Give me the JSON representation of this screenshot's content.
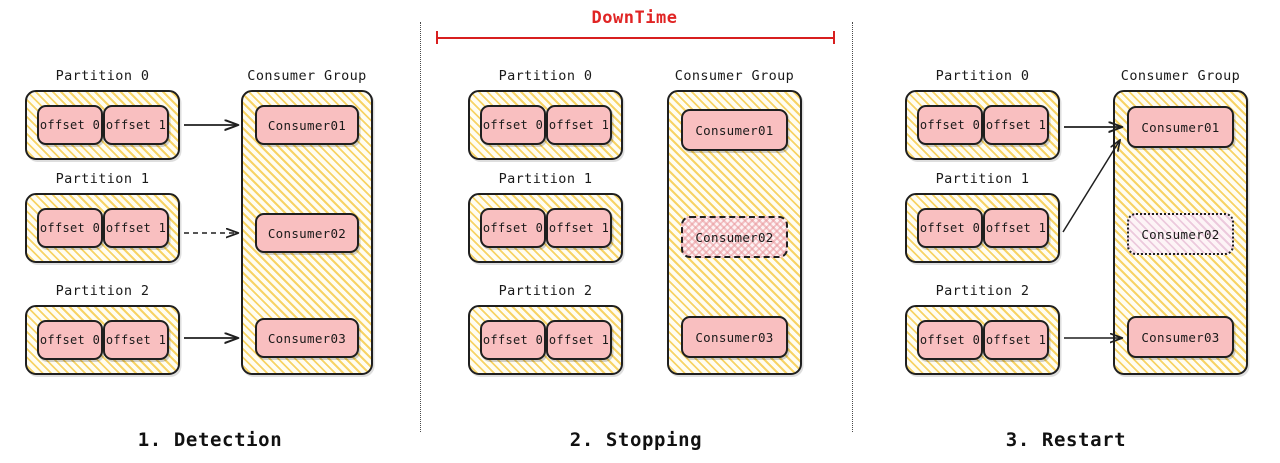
{
  "diagram": {
    "title_annotation": {
      "label": "DownTime",
      "color": "#d81f1f"
    },
    "colors": {
      "card_pink": "#f9bfc0",
      "hatch_yellow": "#f6cc4e",
      "outline": "#1f1f1f",
      "downtime_red": "#d81f1f",
      "divider": "#4a4a4a"
    },
    "panels": [
      {
        "id": "panel-detection",
        "caption": "1. Detection",
        "partitions": [
          {
            "title": "Partition 0",
            "offsets": [
              "offset 0",
              "offset 1"
            ]
          },
          {
            "title": "Partition 1",
            "offsets": [
              "offset 0",
              "offset 1"
            ]
          },
          {
            "title": "Partition 2",
            "offsets": [
              "offset 0",
              "offset 1"
            ]
          }
        ],
        "consumer_group": {
          "title": "Consumer Group",
          "consumers": [
            {
              "label": "Consumer01",
              "state": "active"
            },
            {
              "label": "Consumer02",
              "state": "active"
            },
            {
              "label": "Consumer03",
              "state": "active"
            }
          ]
        },
        "links": [
          {
            "from": "Partition 0",
            "to": "Consumer01",
            "style": "solid"
          },
          {
            "from": "Partition 1",
            "to": "Consumer02",
            "style": "dashed"
          },
          {
            "from": "Partition 2",
            "to": "Consumer03",
            "style": "solid"
          }
        ]
      },
      {
        "id": "panel-stopping",
        "caption": "2. Stopping",
        "partitions": [
          {
            "title": "Partition 0",
            "offsets": [
              "offset 0",
              "offset 1"
            ]
          },
          {
            "title": "Partition 1",
            "offsets": [
              "offset 0",
              "offset 1"
            ]
          },
          {
            "title": "Partition 2",
            "offsets": [
              "offset 0",
              "offset 1"
            ]
          }
        ],
        "consumer_group": {
          "title": "Consumer Group",
          "consumers": [
            {
              "label": "Consumer01",
              "state": "active"
            },
            {
              "label": "Consumer02",
              "state": "stopped"
            },
            {
              "label": "Consumer03",
              "state": "active"
            }
          ]
        },
        "links": []
      },
      {
        "id": "panel-restart",
        "caption": "3. Restart",
        "partitions": [
          {
            "title": "Partition 0",
            "offsets": [
              "offset 0",
              "offset 1"
            ]
          },
          {
            "title": "Partition 1",
            "offsets": [
              "offset 0",
              "offset 1"
            ]
          },
          {
            "title": "Partition 2",
            "offsets": [
              "offset 0",
              "offset 1"
            ]
          }
        ],
        "consumer_group": {
          "title": "Consumer Group",
          "consumers": [
            {
              "label": "Consumer01",
              "state": "active"
            },
            {
              "label": "Consumer02",
              "state": "restarting"
            },
            {
              "label": "Consumer03",
              "state": "active"
            }
          ]
        },
        "links": [
          {
            "from": "Partition 0",
            "to": "Consumer01",
            "style": "solid"
          },
          {
            "from": "Partition 1",
            "to": "Consumer01",
            "style": "solid-diagonal"
          },
          {
            "from": "Partition 2",
            "to": "Consumer03",
            "style": "solid"
          }
        ]
      }
    ]
  }
}
